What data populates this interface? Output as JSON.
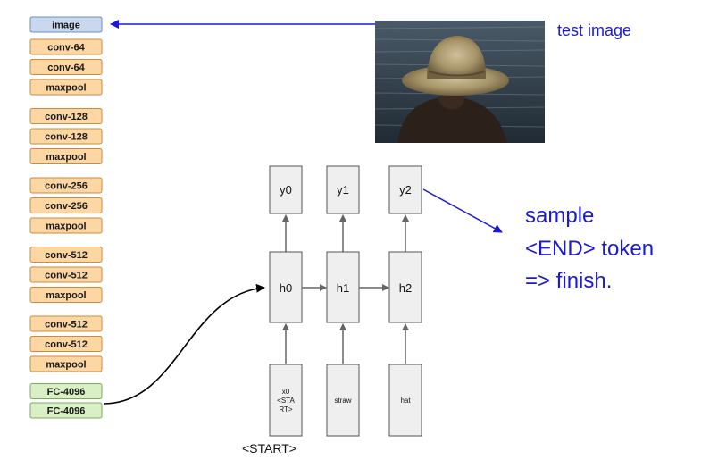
{
  "cnn_layers": [
    {
      "label": "image",
      "kind": "input"
    },
    {
      "label": "conv-64",
      "kind": "conv"
    },
    {
      "label": "conv-64",
      "kind": "conv"
    },
    {
      "label": "maxpool",
      "kind": "conv"
    },
    {
      "label": "conv-128",
      "kind": "conv"
    },
    {
      "label": "conv-128",
      "kind": "conv"
    },
    {
      "label": "maxpool",
      "kind": "conv"
    },
    {
      "label": "conv-256",
      "kind": "conv"
    },
    {
      "label": "conv-256",
      "kind": "conv"
    },
    {
      "label": "maxpool",
      "kind": "conv"
    },
    {
      "label": "conv-512",
      "kind": "conv"
    },
    {
      "label": "conv-512",
      "kind": "conv"
    },
    {
      "label": "maxpool",
      "kind": "conv"
    },
    {
      "label": "conv-512",
      "kind": "conv"
    },
    {
      "label": "conv-512",
      "kind": "conv"
    },
    {
      "label": "maxpool",
      "kind": "conv"
    },
    {
      "label": "FC-4096",
      "kind": "fc"
    },
    {
      "label": "FC-4096",
      "kind": "fc"
    }
  ],
  "test_image_label": "test image",
  "rnn": {
    "outputs": [
      "y0",
      "y1",
      "y2"
    ],
    "hidden": [
      "h0",
      "h1",
      "h2"
    ],
    "inputs": [
      {
        "lines": [
          "x0",
          "<STA",
          "RT>"
        ]
      },
      {
        "lines": [
          "straw"
        ]
      },
      {
        "lines": [
          "hat"
        ]
      }
    ],
    "start_caption": "<START>"
  },
  "annotation": {
    "lines": [
      "sample",
      "<END> token",
      "=> finish."
    ]
  },
  "colors": {
    "conv_fill": "#fcd7a4",
    "conv_stroke": "#d28a3a",
    "input_fill": "#c9d8ee",
    "input_stroke": "#6d8fbf",
    "fc_fill": "#d9f0c4",
    "fc_stroke": "#7fa860",
    "node_fill": "#efefef",
    "node_stroke": "#555555",
    "arrow": "#666666",
    "blue": "#1a1ad6"
  }
}
